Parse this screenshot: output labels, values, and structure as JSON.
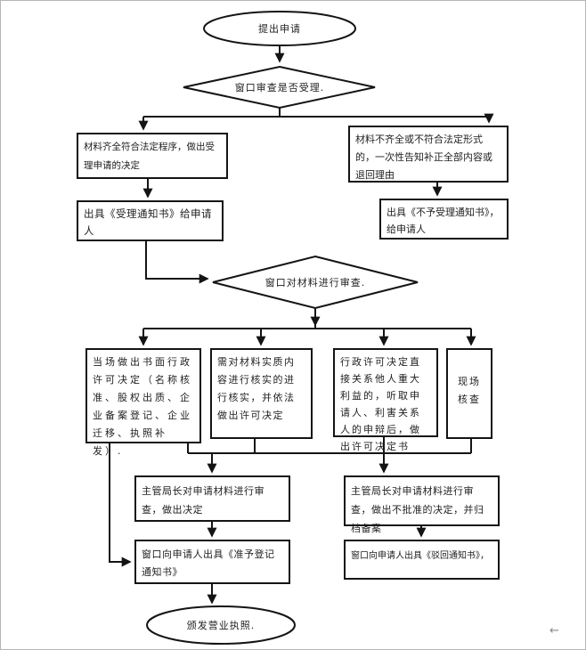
{
  "flowchart": {
    "nodes": {
      "start": {
        "label": "提出申请",
        "shape": "ellipse"
      },
      "decision_intake": {
        "label": "窗口审查是否受理.",
        "shape": "diamond"
      },
      "materials_complete": {
        "label": "材料齐全符合法定程序，做出受理申请的决定"
      },
      "materials_incomplete": {
        "label": "材料不齐全或不符合法定形式的，一次性告知补正全部内容或退回理由"
      },
      "acceptance_notice": {
        "label": "出具《受理通知书》给申请人"
      },
      "non_acceptance_notice": {
        "label": "出具《不予受理通知书》，给申请人"
      },
      "decision_review": {
        "label": "窗口对材料进行审查.",
        "shape": "diamond"
      },
      "onsite_written_decision": {
        "label": "当场做出书面行政许可决定（名称核准、股权出质、企业备案登记、企业迁移、执照补发）."
      },
      "substance_verification": {
        "label": "需对材料实质内容进行核实的进行核实，并依法做出许可决定"
      },
      "interested_party_hearing": {
        "label": "行政许可决定直接关系他人重大利益的，听取申请人、利害关系人的申辩后，做出许可决定书"
      },
      "site_inspection": {
        "label": "现场核查"
      },
      "director_review_approve": {
        "label": "主管局长对申请材料进行审查，做出决定"
      },
      "director_review_reject": {
        "label": "主管局长对申请材料进行审查，做出不批准的决定，并归档备案"
      },
      "grant_registration_notice": {
        "label": "窗口向申请人出具《准予登记通知书》"
      },
      "rejection_notice": {
        "label": "窗口向申请人出具《驳回通知书》，"
      },
      "end": {
        "label": "颁发营业执照.",
        "shape": "ellipse"
      }
    },
    "marks": {
      "return_mark": "←"
    },
    "colors": {
      "line": "#141414",
      "text": "#1f1f1f",
      "background": "#ffffff"
    }
  }
}
